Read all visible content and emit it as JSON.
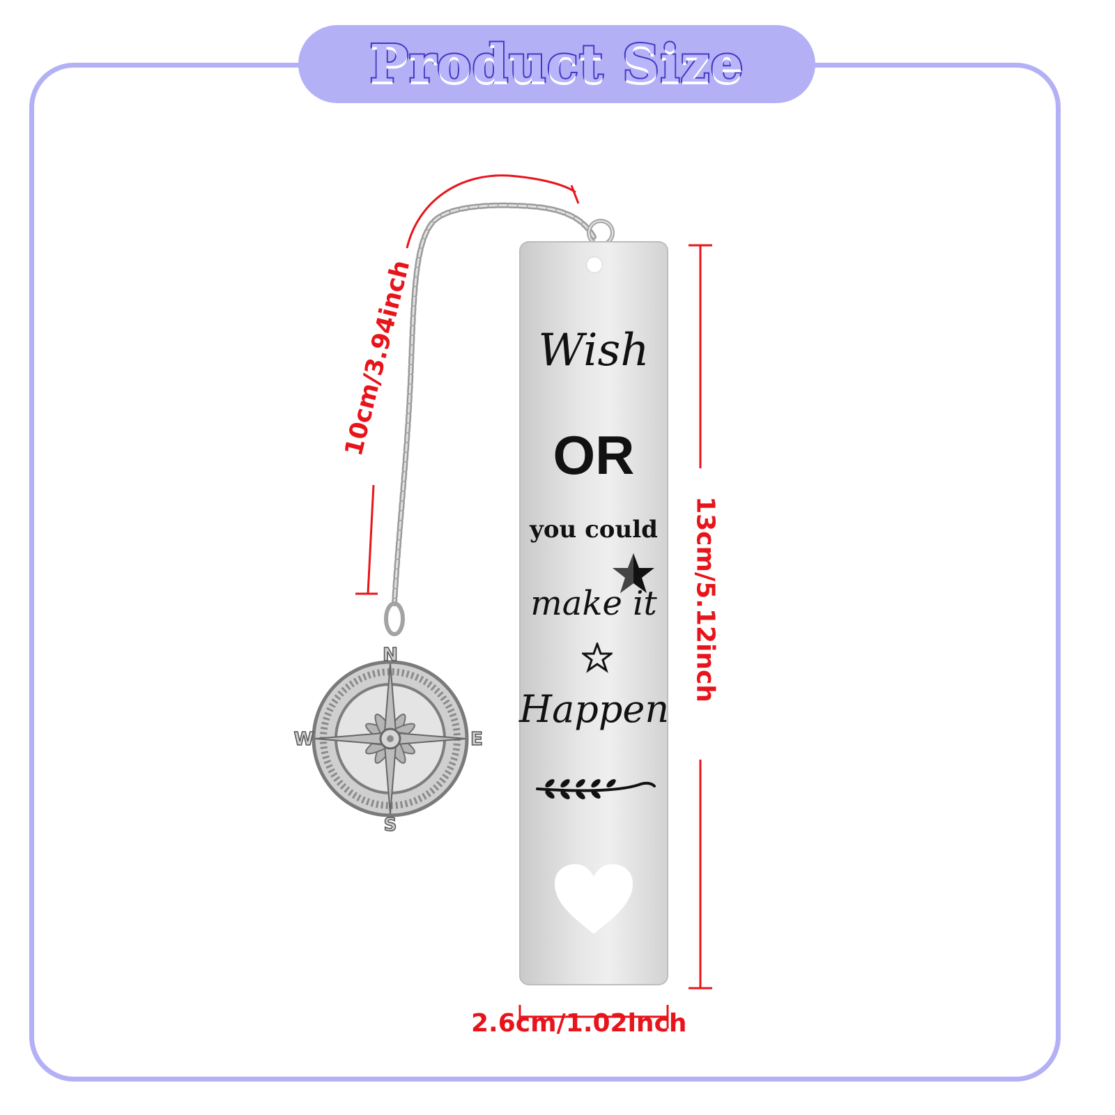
{
  "title": "Product Size",
  "dimensions": {
    "width": "2.6cm/1.02inch",
    "height": "13cm/5.12inch",
    "chain": "10cm/3.94inch"
  },
  "bookmark_text": {
    "line1": "Wish",
    "line2": "OR",
    "line3": "you could",
    "line4": "make it",
    "line5": "Happen"
  },
  "compass_letters": {
    "north": "N",
    "south": "S",
    "east": "E",
    "west": "W"
  },
  "colors": {
    "frame": "#b3b0f6",
    "title_stroke": "#4238c2",
    "dimension": "#e8141b",
    "metal": "#d9d9d9"
  },
  "icons": [
    "star-icon",
    "heart-cutout-icon",
    "leaf-branch-icon",
    "compass-charm-icon"
  ]
}
